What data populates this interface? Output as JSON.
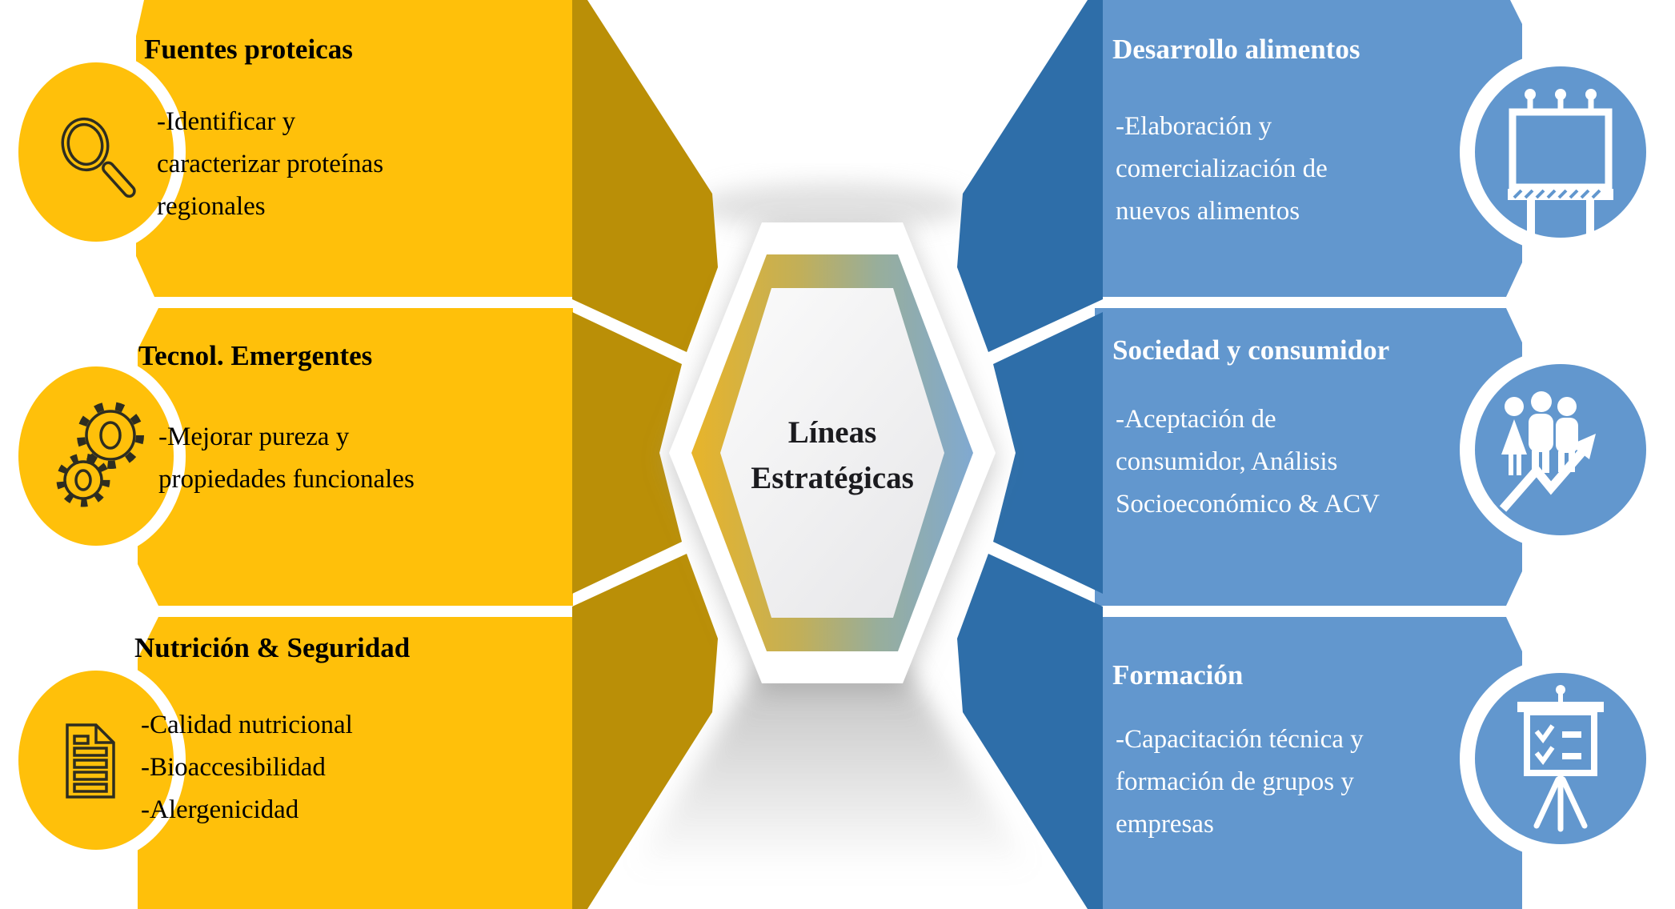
{
  "center": {
    "label": "Líneas\nEstratégicas"
  },
  "panels": {
    "left": [
      {
        "title": "Fuentes proteicas",
        "body": "-Identificar y\ncaracterizar proteínas\nregionales",
        "icon": "magnifier-icon"
      },
      {
        "title": "Tecnol. Emergentes",
        "body": "-Mejorar pureza y\npropiedades funcionales",
        "icon": "gears-icon"
      },
      {
        "title": "Nutrición & Seguridad",
        "body": "-Calidad nutricional\n-Bioaccesibilidad\n-Alergenicidad",
        "icon": "document-icon"
      }
    ],
    "right": [
      {
        "title": "Desarrollo alimentos",
        "body": "-Elaboración y\ncomercialización de\nnuevos alimentos",
        "icon": "billboard-icon"
      },
      {
        "title": "Sociedad y consumidor",
        "body": "-Aceptación de\nconsumidor, Análisis\nSocioeconómico & ACV",
        "icon": "people-growth-icon"
      },
      {
        "title": "Formación",
        "body": "-Capacitación técnica y\nformación de grupos y\nempresas",
        "icon": "presentation-easel-icon"
      }
    ]
  },
  "colors": {
    "yellow": "#FFC00A",
    "dark_gold": "#BA8F07",
    "blue": "#6297CE",
    "dark_blue": "#2E6EA9",
    "ring_gold": "#E8B42A",
    "ring_olive": "#C2AF58",
    "ring_sage": "#98AE9B",
    "ring_steel": "#80A9D1",
    "inner_light": "#FBFBFB",
    "inner_gray": "#E8E8EA",
    "white": "#FFFFFF",
    "left_icon_stroke": "#2E2D20",
    "left_text": "#000000",
    "right_text": "#FFFFFF",
    "center_text": "#1B1B1F",
    "shadow_gray": "#BFBFBF"
  }
}
